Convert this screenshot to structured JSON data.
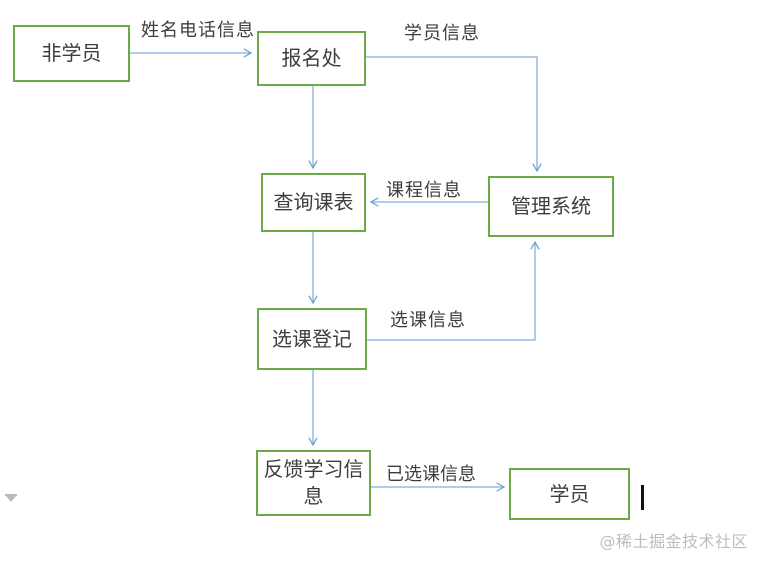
{
  "diagram": {
    "nodes": [
      {
        "id": "non-student",
        "label": "非学员"
      },
      {
        "id": "registration-office",
        "label": "报名处"
      },
      {
        "id": "query-schedule",
        "label": "查询课表"
      },
      {
        "id": "management-system",
        "label": "管理系统"
      },
      {
        "id": "course-selection",
        "label": "选课登记"
      },
      {
        "id": "feedback-learning-info",
        "label": "反馈学习信息"
      },
      {
        "id": "student",
        "label": "学员"
      }
    ],
    "edges": [
      {
        "from": "non-student",
        "to": "registration-office",
        "label": "姓名电话信息"
      },
      {
        "from": "registration-office",
        "to": "management-system",
        "label": "学员信息"
      },
      {
        "from": "registration-office",
        "to": "query-schedule",
        "label": ""
      },
      {
        "from": "management-system",
        "to": "query-schedule",
        "label": "课程信息"
      },
      {
        "from": "query-schedule",
        "to": "course-selection",
        "label": ""
      },
      {
        "from": "course-selection",
        "to": "management-system",
        "label": "选课信息"
      },
      {
        "from": "course-selection",
        "to": "feedback-learning-info",
        "label": ""
      },
      {
        "from": "feedback-learning-info",
        "to": "student",
        "label": "已选课信息"
      }
    ]
  },
  "watermark": {
    "text": "@稀土掘金技术社区"
  },
  "colors": {
    "node_border": "#6caa47",
    "arrow_line": "#85aedb",
    "arrow_head": "#6f9fd0",
    "text": "#3e3e3e",
    "watermark": "#bdbdbd",
    "cursor": "#111111"
  }
}
